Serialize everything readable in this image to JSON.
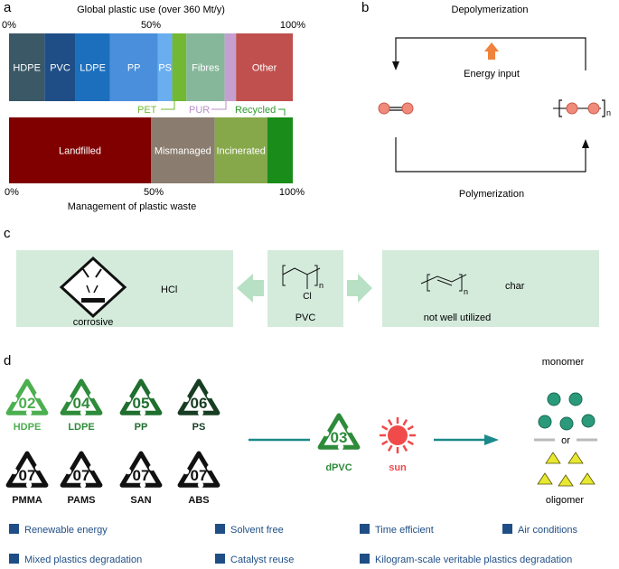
{
  "panel_a": {
    "label": "a",
    "title_top": "Global plastic use (over 360 Mt/y)",
    "title_bottom": "Management of plastic waste",
    "ticks_top": [
      "0%",
      "50%",
      "100%"
    ],
    "ticks_bottom": [
      "0%",
      "50%",
      "100%"
    ],
    "use_segments": [
      {
        "label": "HDPE",
        "start": 0,
        "end": 12.5,
        "color": "#3b5866",
        "text_color": "#ffffff"
      },
      {
        "label": "PVC",
        "start": 12.5,
        "end": 23.5,
        "color": "#1f4e86",
        "text_color": "#ffffff"
      },
      {
        "label": "LDPE",
        "start": 23.5,
        "end": 35.5,
        "color": "#1c6fbd",
        "text_color": "#ffffff"
      },
      {
        "label": "PP",
        "start": 35.5,
        "end": 52.5,
        "color": "#4a8fdb",
        "text_color": "#ffffff"
      },
      {
        "label": "PS",
        "start": 52.5,
        "end": 57.5,
        "color": "#6aaef0",
        "text_color": "#ffffff"
      },
      {
        "label": "",
        "start": 57.5,
        "end": 62.5,
        "color": "#72b832",
        "text_color": "#ffffff"
      },
      {
        "label": "Fibres",
        "start": 62.5,
        "end": 76.0,
        "color": "#86b79a",
        "text_color": "#ffffff"
      },
      {
        "label": "",
        "start": 76.0,
        "end": 80.0,
        "color": "#c49fd0",
        "text_color": "#ffffff"
      },
      {
        "label": "Other",
        "start": 80.0,
        "end": 100.0,
        "color": "#c0504d",
        "text_color": "#ffffff"
      }
    ],
    "callouts": [
      {
        "label": "PET",
        "color": "#72b832"
      },
      {
        "label": "PUR",
        "color": "#b98fcb"
      },
      {
        "label": "Recycled",
        "color": "#2e9a2e"
      }
    ],
    "waste_segments": [
      {
        "label": "Landfilled",
        "start": 0,
        "end": 50.0,
        "color": "#800000",
        "text_color": "#ffffff"
      },
      {
        "label": "Mismanaged",
        "start": 50.0,
        "end": 72.5,
        "color": "#8a7d6f",
        "text_color": "#ffffff"
      },
      {
        "label": "Incinerated",
        "start": 72.5,
        "end": 91.0,
        "color": "#86a84a",
        "text_color": "#ffffff"
      },
      {
        "label": "",
        "start": 91.0,
        "end": 100.0,
        "color": "#1a8c1a",
        "text_color": "#ffffff"
      }
    ]
  },
  "panel_b": {
    "label": "b",
    "top_label": "Depolymerization",
    "middle_label": "Energy input",
    "bottom_label": "Polymerization",
    "subscript": "n",
    "arrow_color": "#f0823c",
    "bead_color": "#f08a7a"
  },
  "panel_c": {
    "label": "c",
    "box_color": "#d4ebdc",
    "arrow_color": "#b8e0c4",
    "left_chem": "HCl",
    "left_caption": "corrosive",
    "center_atom": "Cl",
    "center_subscript": "n",
    "center_caption": "PVC",
    "right_chem": "char",
    "right_subscript": "n",
    "right_caption": "not well utilized"
  },
  "panel_d": {
    "label": "d",
    "recycling_codes": [
      {
        "code": "02",
        "label": "HDPE",
        "color": "#4caf50"
      },
      {
        "code": "04",
        "label": "LDPE",
        "color": "#2e8b3a"
      },
      {
        "code": "05",
        "label": "PP",
        "color": "#1f6e2f"
      },
      {
        "code": "06",
        "label": "PS",
        "color": "#173d22"
      },
      {
        "code": "07",
        "label": "PMMA",
        "color": "#111111"
      },
      {
        "code": "07",
        "label": "PAMS",
        "color": "#111111"
      },
      {
        "code": "07",
        "label": "SAN",
        "color": "#111111"
      },
      {
        "code": "07",
        "label": "ABS",
        "color": "#111111"
      }
    ],
    "center_code": {
      "code": "03",
      "label": "dPVC",
      "color": "#2e8b3a"
    },
    "sun_label": "sun",
    "sun_color": "#f04a4a",
    "arrow_color": "#1b8a8a",
    "monomer_label": "monomer",
    "or_label": "or",
    "oligomer_label": "oligomer",
    "monomer_color": "#2a9a7a",
    "oligomer_color": "#e8e832",
    "features": [
      "Renewable energy",
      "Solvent free",
      "Time efficient",
      "Air conditions",
      "Mixed plastics degradation",
      "Catalyst reuse",
      "Kilogram-scale veritable plastics degradation"
    ],
    "feature_color": "#1f4e86",
    "feature_text_color": "#1f4e86"
  }
}
